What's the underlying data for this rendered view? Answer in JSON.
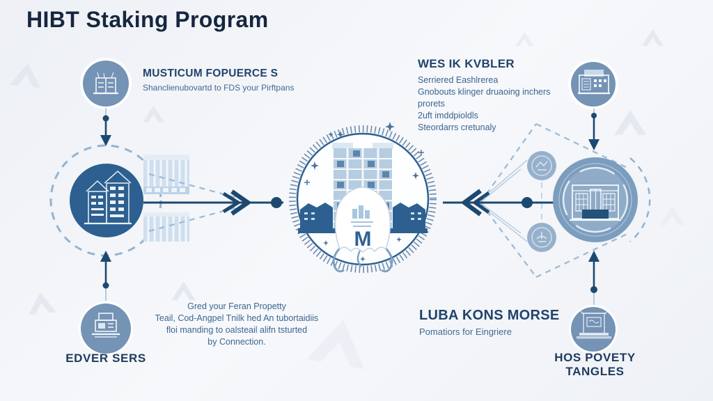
{
  "title": "HIBT Staking Program",
  "center": {
    "monogram": "M"
  },
  "blocks": {
    "top_left": {
      "heading": "MUSTICUM FOPUERCE S",
      "sub": "Shanclienubovartd to FDS your Pirftpans"
    },
    "top_right": {
      "heading": "WES IK KVBLER",
      "lines": [
        "Serriered Eashlrerea",
        "Gnobouts klinger druaoing inchers",
        "prorets",
        "2uft imddpioldls",
        "Steordarrs cretunaly"
      ]
    },
    "bottom_center": {
      "lines": [
        "Gred your Feran Propetty",
        "Teail, Cod-Angpel Tnilk hed An tubortaidiis",
        "floi manding to oalsteail alifn tsturted",
        "by Connection."
      ]
    },
    "bottom_right": {
      "heading": "LUBA KONS MORSE",
      "sub": "Pomatiors for Eingriere"
    },
    "label_left": "EDVER SERS",
    "label_right": "HOS POVETY TANGLES"
  },
  "icons": {
    "top_left": "building-icon",
    "bottom_left": "register-machine-icon",
    "left_circle": "houses-icon",
    "left_side": "container-stack-icon",
    "center_circle": "city-buildings-icon",
    "right_circle": "storefront-icon",
    "top_right": "kiosk-icon",
    "bottom_right": "scaffold-sign-icon"
  },
  "colors": {
    "navy_arrow": "#1d4971",
    "heading_navy": "#1e3a5e",
    "body_blue": "#3d6691",
    "icon_circle_fill": "#7493b5",
    "dark_circle_fill": "#2d6090",
    "light_container": "#cfdfee",
    "dashed_line": "#9cbbd8",
    "background": "#eef1f5"
  }
}
